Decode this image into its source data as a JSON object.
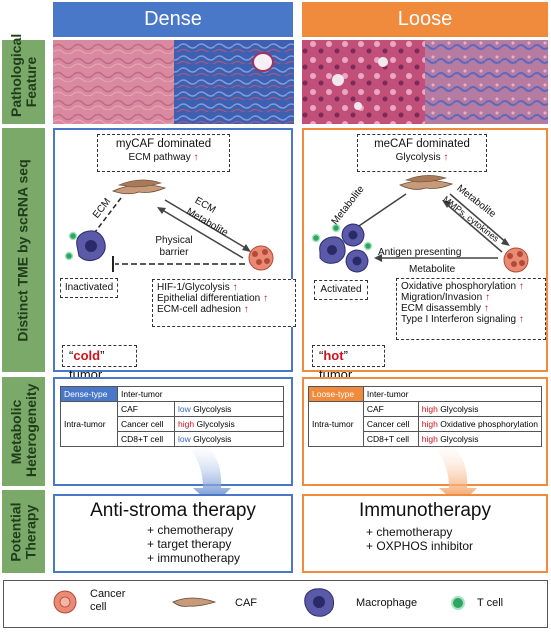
{
  "headers": {
    "left": "Dense",
    "right": "Loose"
  },
  "colors": {
    "dense": "#4a78c8",
    "loose": "#f08a3c",
    "row_label": "#7aa96a",
    "up_arrow": "#c0141c",
    "cold_hot": "#d0121b"
  },
  "row_labels": {
    "pathological": "Pathological Feature",
    "tme": "Distinct TME by scRNA seq",
    "metabolic": "Metabolic Heterogeneity",
    "therapy": "Potential Therapy"
  },
  "dense": {
    "caf_box": {
      "title": "myCAF dominated",
      "sub": "ECM pathway"
    },
    "ecm_left": "ECM",
    "ecm_right": "ECM",
    "metabolite": "Metabolite",
    "physical_barrier": "Physical barrier",
    "tcell_state": "Inactivated",
    "cancer_features": [
      "HIF-1/Glycolysis",
      "Epithelial differentiation",
      "ECM-cell adhesion"
    ],
    "tumor_word": "cold",
    "tumor_suffix": " tumor"
  },
  "loose": {
    "caf_box": {
      "title": "meCAF dominated",
      "sub": "Glycolysis"
    },
    "metabolite_left": "Metabolite",
    "metabolite_right": "Metabolite",
    "mmps": "MMPs, cytokines",
    "antigen": "Antigen presenting",
    "metabolite_mid": "Metabolite",
    "tcell_state": "Activated",
    "cancer_features": [
      "Oxidative phosphorylation",
      "Migration/Invasion",
      "ECM disassembly",
      "Type I Interferon signaling"
    ],
    "tumor_word": "hot",
    "tumor_suffix": " tumor"
  },
  "metabolic": {
    "dense": {
      "type_label": "Dense-type",
      "inter": "Inter-tumor",
      "intra": "Intra-tumor",
      "rows": [
        {
          "cell": "CAF",
          "level": "low",
          "pathway": "Glycolysis"
        },
        {
          "cell": "Cancer cell",
          "level": "high",
          "pathway": "Glycolysis"
        },
        {
          "cell": "CD8+T cell",
          "level": "low",
          "pathway": "Glycolysis"
        }
      ]
    },
    "loose": {
      "type_label": "Loose-type",
      "inter": "Inter-tumor",
      "intra": "Intra-tumor",
      "rows": [
        {
          "cell": "CAF",
          "level": "high",
          "pathway": "Glycolysis"
        },
        {
          "cell": "Cancer cell",
          "level": "high",
          "pathway": "Oxidative phosphorylation"
        },
        {
          "cell": "CD8+T cell",
          "level": "high",
          "pathway": "Glycolysis"
        }
      ]
    }
  },
  "therapy": {
    "dense": {
      "title": "Anti-stroma therapy",
      "items": [
        "+ chemotherapy",
        "+ target therapy",
        "+ immunotherapy"
      ]
    },
    "loose": {
      "title": "Immunotherapy",
      "items": [
        "+ chemotherapy",
        "+ OXPHOS inhibitor"
      ]
    }
  },
  "legend": [
    {
      "icon": "cancer-cell-icon",
      "label": "Cancer cell"
    },
    {
      "icon": "caf-icon",
      "label": "CAF"
    },
    {
      "icon": "macrophage-icon",
      "label": "Macrophage"
    },
    {
      "icon": "t-cell-icon",
      "label": "T cell"
    }
  ]
}
